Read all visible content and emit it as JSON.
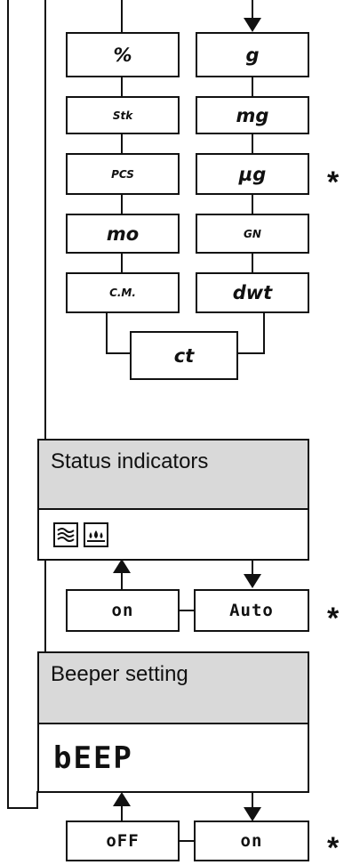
{
  "units": {
    "left": [
      "%",
      "Stk",
      "PCS",
      "mo",
      "C.M."
    ],
    "right": [
      "g",
      "mg",
      "µg",
      "GN",
      "dwt"
    ],
    "bottom": "ct"
  },
  "default_marker": "*",
  "status": {
    "title": "Status indicators",
    "icons": [
      "stability-icon",
      "humidity-icon"
    ],
    "options": [
      "on",
      "Auto"
    ]
  },
  "beeper": {
    "title": "Beeper setting",
    "display": "bEEP",
    "options": [
      "oFF",
      "on"
    ]
  }
}
